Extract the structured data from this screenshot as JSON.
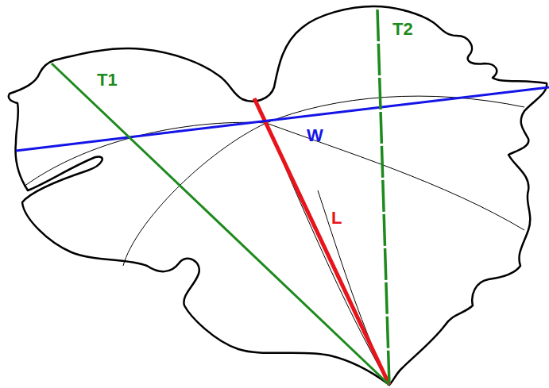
{
  "diagram": {
    "labels": [
      "T1",
      "T2",
      "W",
      "L"
    ]
  }
}
